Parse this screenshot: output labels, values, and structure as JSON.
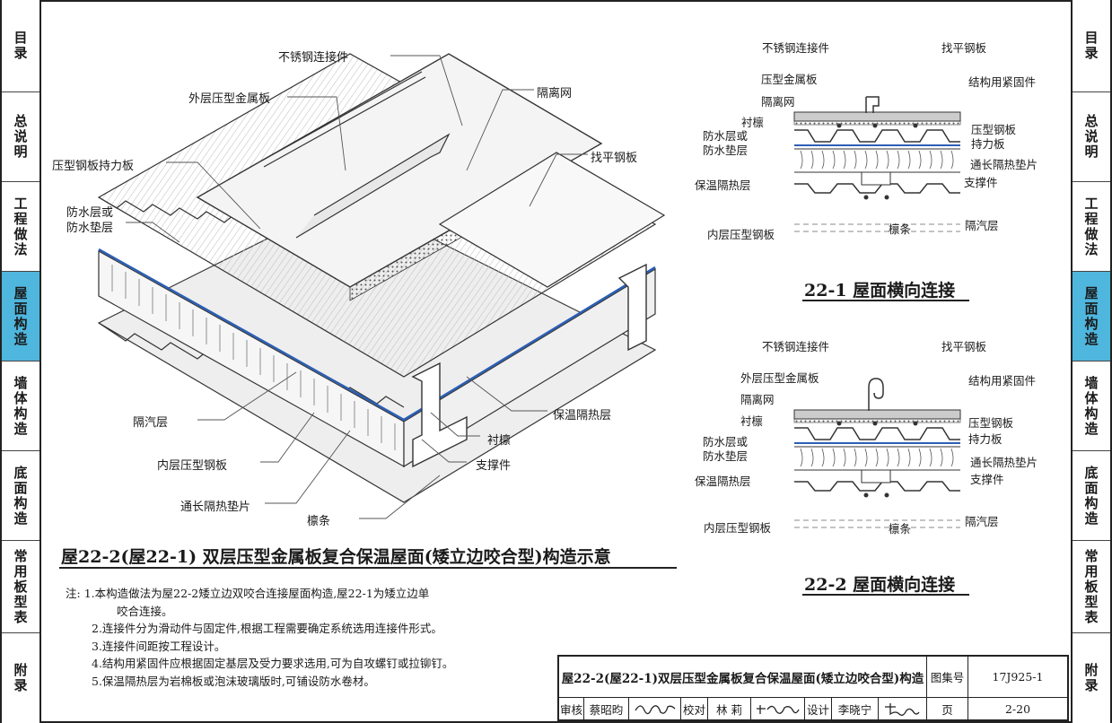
{
  "left_tabs": [
    "目录",
    "总说明",
    "工程做法",
    "屋面构造",
    "墙体构造",
    "底面构造",
    "常用板型表",
    "附录"
  ],
  "right_tabs": [
    "目录",
    "总说明",
    "工程做法",
    "屋面构造",
    "墙体构造",
    "底面构造",
    "常用板型表",
    "附录"
  ],
  "active_tab": "屋面构造",
  "main_labels": {
    "stainless_connector": "不锈钢连接件",
    "outer_panel": "外层压型金属板",
    "isolation_mesh": "隔离网",
    "support_plate": "压型钢板持力板",
    "leveling_plate": "找平钢板",
    "waterproof_1": "防水层或",
    "waterproof_2": "防水垫层",
    "vapor_barrier": "隔汽层",
    "insulation": "保温隔热层",
    "purlin_lining": "衬檩",
    "inner_panel": "内层压型钢板",
    "support_piece": "支撑件",
    "thermal_pad": "通长隔热垫片",
    "purlin": "檩条"
  },
  "main_title": "屋22-2(屋22-1) 双层压型金属板复合保温屋面(矮立边咬合型)构造示意",
  "detail1": {
    "labels": {
      "connector": "不锈钢连接件",
      "outer": "压型金属板",
      "mesh": "隔离网",
      "lining": "衬檩",
      "wp1": "防水层或",
      "wp2": "防水垫层",
      "insul": "保温隔热层",
      "inner": "内层压型钢板",
      "leveling": "找平钢板",
      "fastener": "结构用紧固件",
      "support1": "压型钢板",
      "support2": "持力板",
      "pad": "通长隔热垫片",
      "brace": "支撑件",
      "purlin": "檩条",
      "vapor": "隔汽层"
    },
    "title": "22-1 屋面横向连接"
  },
  "detail2": {
    "labels": {
      "connector": "不锈钢连接件",
      "outer": "外层压型金属板",
      "mesh": "隔离网",
      "lining": "衬檩",
      "wp1": "防水层或",
      "wp2": "防水垫层",
      "insul": "保温隔热层",
      "inner": "内层压型钢板",
      "leveling": "找平钢板",
      "fastener": "结构用紧固件",
      "support1": "压型钢板",
      "support2": "持力板",
      "pad": "通长隔热垫片",
      "brace": "支撑件",
      "purlin": "檩条",
      "vapor": "隔汽层"
    },
    "title": "22-2 屋面横向连接"
  },
  "notes": {
    "prefix": "注:",
    "items": [
      "1.本构造做法为屋22-2矮立边双咬合连接屋面构造,屋22-1为矮立边单",
      "咬合连接。",
      "2.连接件分为滑动件与固定件,根据工程需要确定系统选用连接件形式。",
      "3.连接件间距按工程设计。",
      "4.结构用紧固件应根据固定基层及受力要求选用,可为自攻螺钉或拉铆钉。",
      "5.保温隔热层为岩棉板或泡沫玻璃版时,可铺设防水卷材。"
    ]
  },
  "title_block": {
    "drawing_title": "屋22-2(屋22-1)双层压型金属板复合保温屋面(矮立边咬合型)构造",
    "atlas_label": "图集号",
    "atlas_no": "17J925-1",
    "review_label": "审核",
    "reviewer": "蔡昭昀",
    "check_label": "校对",
    "checker": "林 莉",
    "design_label": "设计",
    "designer": "李晓宁",
    "page_label": "页",
    "page_no": "2-20"
  },
  "colors": {
    "accent_tab": "#4fb6de",
    "blue_layer": "#2b5fb5"
  }
}
